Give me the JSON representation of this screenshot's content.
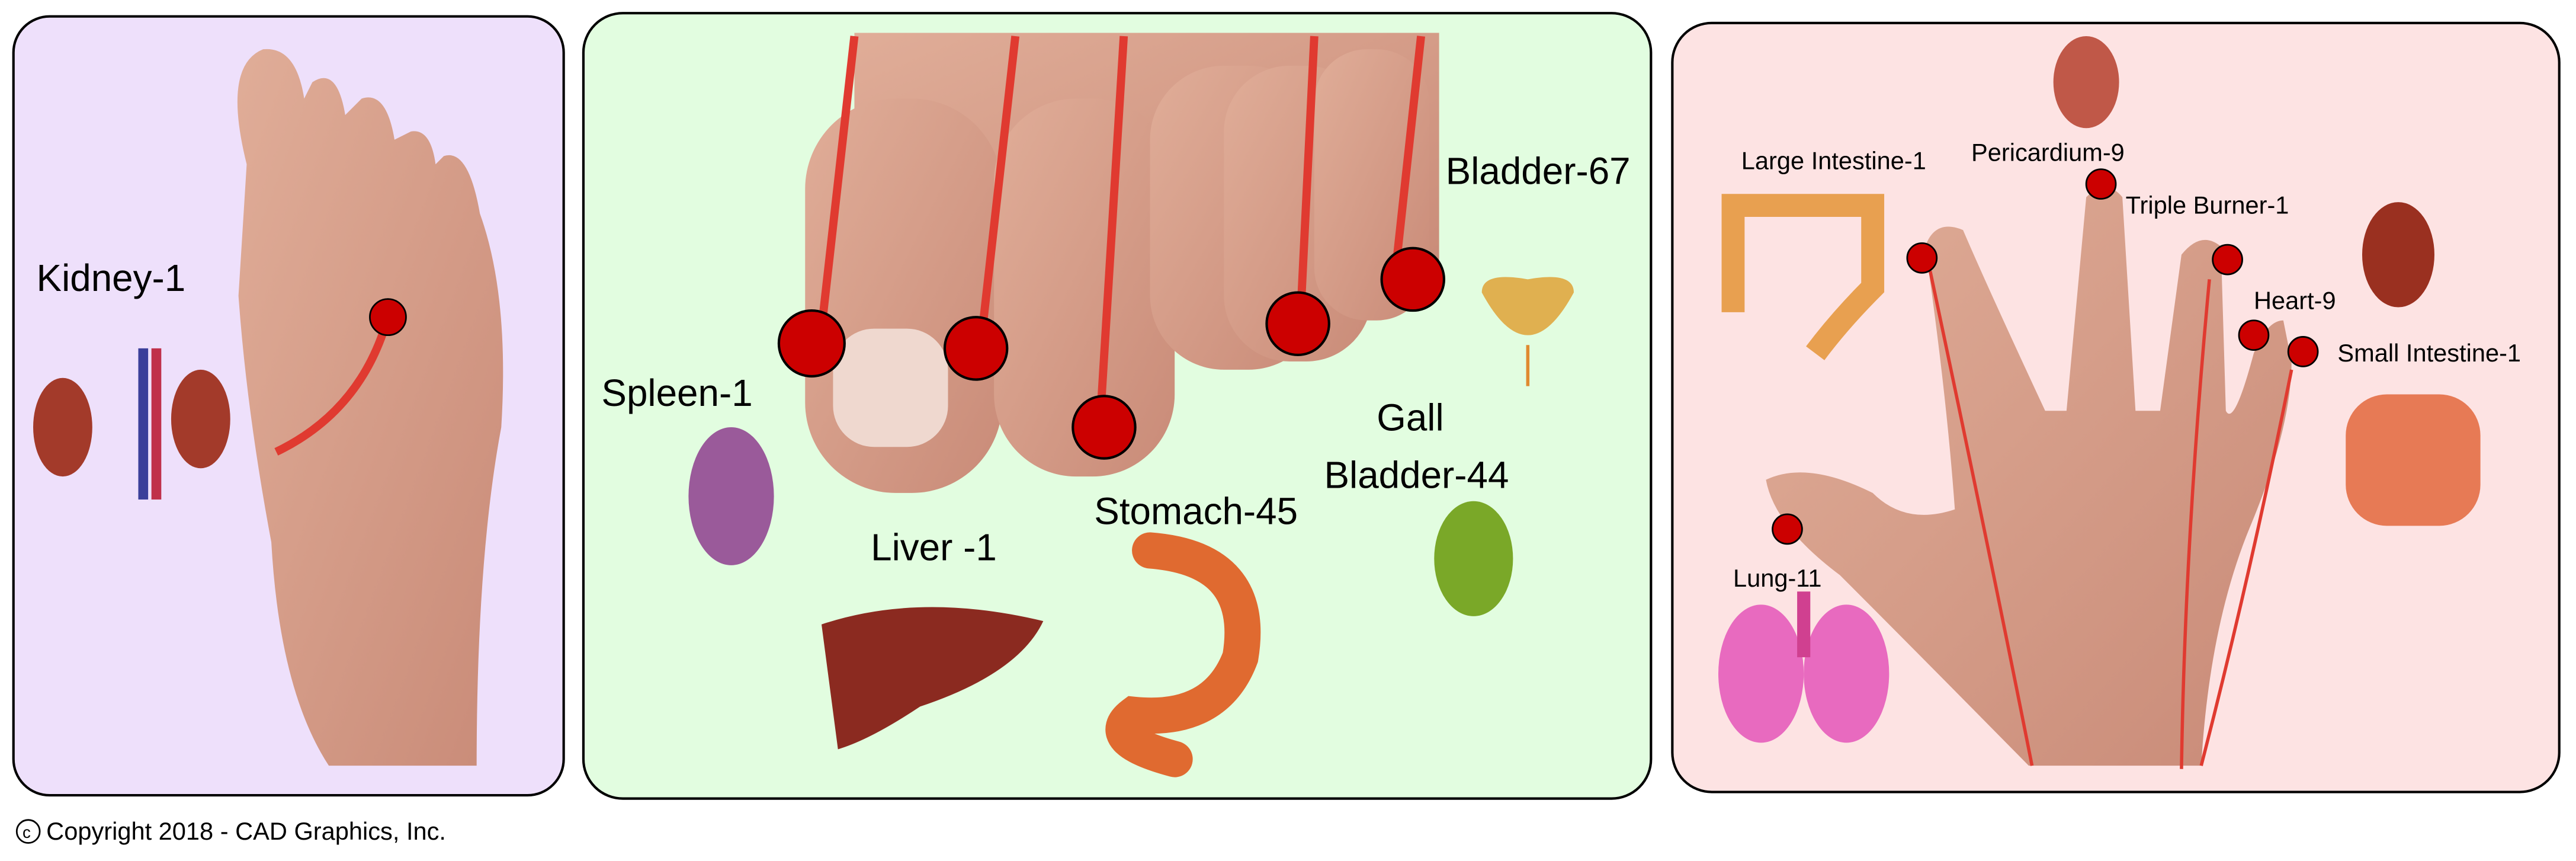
{
  "panels": {
    "foot_sole": {
      "labels": {
        "kidney": "Kidney-1"
      },
      "background": "#eee0fb"
    },
    "toes": {
      "labels": {
        "spleen": "Spleen-1",
        "liver": "Liver -1",
        "stomach": "Stomach-45",
        "gall_line1": "Gall",
        "gall_line2": "Bladder-44",
        "bladder": "Bladder-67"
      },
      "background": "#e2fde0"
    },
    "hand": {
      "labels": {
        "large_intestine": "Large Intestine-1",
        "pericardium": "Pericardium-9",
        "triple_burner": "Triple Burner-1",
        "heart": "Heart-9",
        "small_intestine": "Small Intestine-1",
        "lung": "Lung-11"
      },
      "background": "#fde3e3"
    }
  },
  "colors": {
    "point": "#cc0000",
    "meridian": "#e03a30",
    "skin": "#d9a28e"
  },
  "footer": {
    "copyright_symbol": "c",
    "copyright": "Copyright 2018 - CAD Graphics, Inc."
  }
}
